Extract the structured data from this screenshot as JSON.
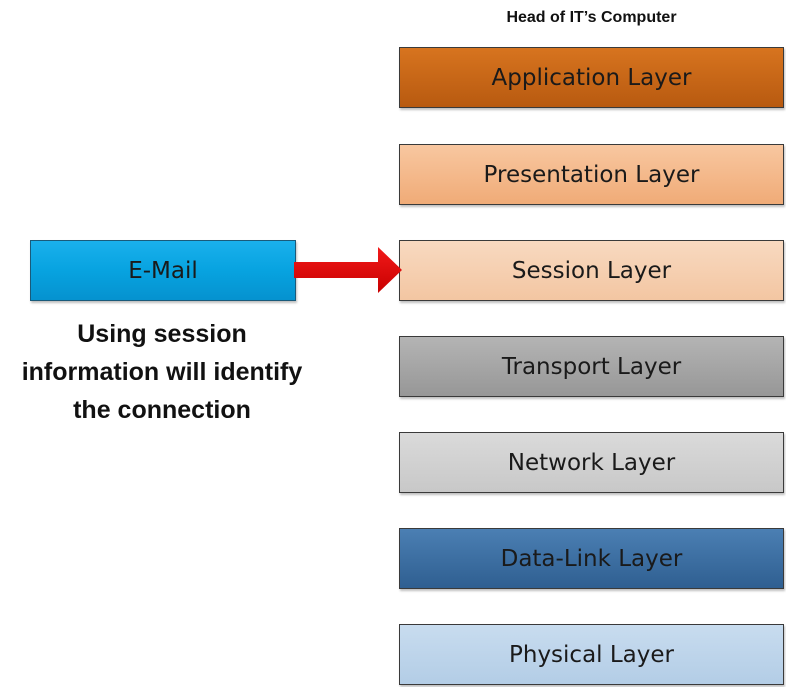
{
  "title": "Head of IT’s Computer",
  "layers": [
    {
      "label": "Application Layer",
      "color_top": "#d7741f",
      "color_bottom": "#b85a10"
    },
    {
      "label": "Presentation Layer",
      "color_top": "#f8c7a0",
      "color_bottom": "#f0ab77"
    },
    {
      "label": "Session Layer",
      "color_top": "#f8d9c0",
      "color_bottom": "#f3c6a2"
    },
    {
      "label": "Transport Layer",
      "color_top": "#b4b4b4",
      "color_bottom": "#979797"
    },
    {
      "label": "Network Layer",
      "color_top": "#dadada",
      "color_bottom": "#c8c8c8"
    },
    {
      "label": "Data-Link Layer",
      "color_top": "#4b7fb3",
      "color_bottom": "#2f5f91"
    },
    {
      "label": "Physical Layer",
      "color_top": "#c8dcef",
      "color_bottom": "#b3cde6"
    }
  ],
  "source": {
    "label": "E-Mail"
  },
  "caption": [
    "Using session",
    "information will identify",
    "the connection"
  ],
  "arrow": {
    "color": "#e8080a",
    "target": "Session Layer"
  }
}
